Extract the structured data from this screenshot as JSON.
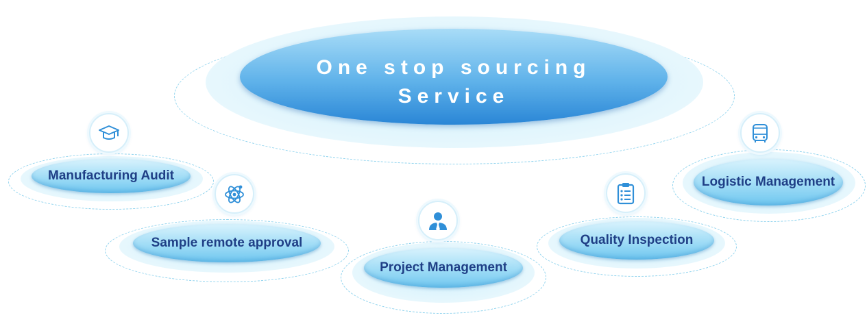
{
  "main": {
    "title_line1": "One stop sourcing",
    "title_line2": "Service"
  },
  "services": [
    {
      "label": "Manufacturing Audit",
      "icon": "graduation-cap-icon"
    },
    {
      "label": "Sample remote approval",
      "icon": "atom-icon"
    },
    {
      "label": "Project Management",
      "icon": "user-tie-icon"
    },
    {
      "label": "Quality Inspection",
      "icon": "clipboard-list-icon"
    },
    {
      "label": "Logistic Management",
      "icon": "bus-icon"
    }
  ],
  "colors": {
    "label": "#1f3f86",
    "main_fill": "#2a86d6",
    "icon_blue": "#2f8fd8",
    "dashed_ring": "#8fd3ee"
  }
}
